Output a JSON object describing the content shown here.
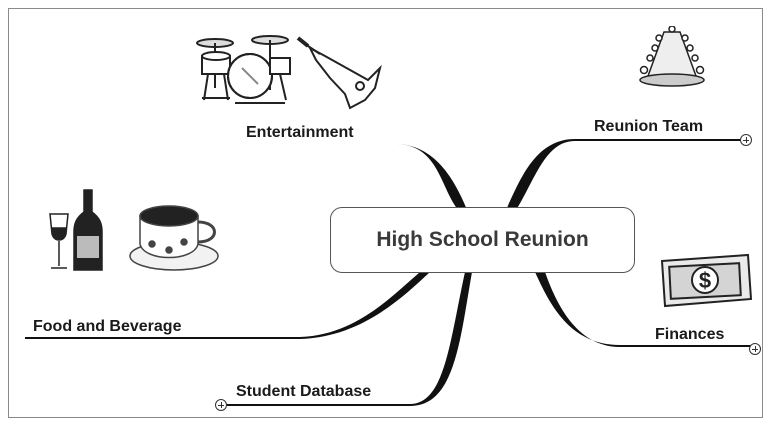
{
  "central_topic": "High School Reunion",
  "branches": {
    "entertainment": {
      "label": "Entertainment",
      "image": "drum-kit-and-guitar"
    },
    "reunion_team": {
      "label": "Reunion Team",
      "image": "conference-table"
    },
    "food_and_beverage": {
      "label": "Food and Beverage",
      "image": "wine-and-coffee"
    },
    "finances": {
      "label": "Finances",
      "image": "dollar-bill"
    },
    "student_database": {
      "label": "Student Database"
    }
  },
  "colors": {
    "branch_line": "#111111",
    "frame_border": "#8a8a8a",
    "central_border": "#555555"
  }
}
